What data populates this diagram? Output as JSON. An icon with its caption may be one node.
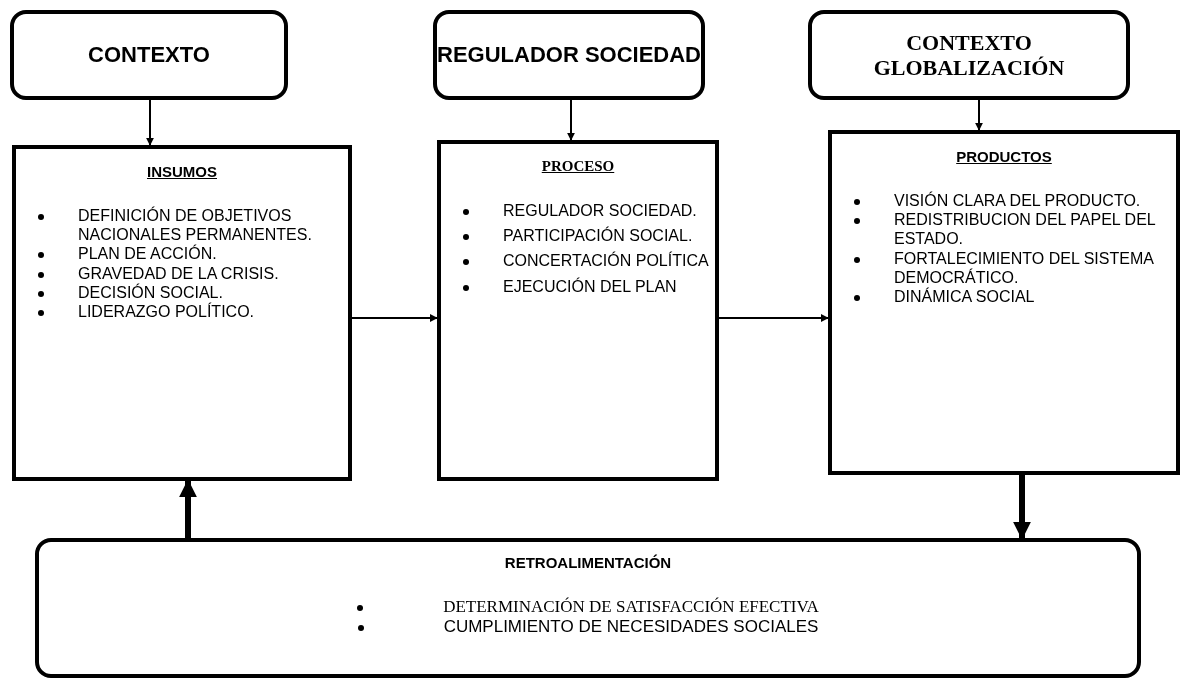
{
  "diagram": {
    "nodes": [
      {
        "text": [
          "CONTEXTO"
        ]
      },
      {
        "text": [
          "REGULADOR SOCIEDAD"
        ]
      },
      {
        "text": [
          "CONTEXTO GLOBALIZACIÓN"
        ]
      },
      {
        "text": [
          "INSUMOS",
          "DEFINICIÓN DE OBJETIVOS NACIONALES PERMANENTES.",
          "PLAN DE ACCIÓN.",
          "GRAVEDAD DE LA CRISIS.",
          "DECISIÓN SOCIAL.",
          "LIDERAZGO POLÍTICO."
        ]
      },
      {
        "text": [
          "PROCESO",
          "REGULADOR SOCIEDAD.",
          "PARTICIPACIÓN SOCIAL.",
          "CONCERTACIÓN POLÍTICA",
          "EJECUCIÓN DEL PLAN"
        ]
      },
      {
        "text": [
          "PRODUCTOS",
          "VISIÓN CLARA DEL PRODUCTO.",
          "REDISTRIBUCION  DEL PAPEL DEL ESTADO.",
          "FORTALECIMIENTO  DEL SISTEMA DEMOCRÁTICO.",
          "DINÁMICA SOCIAL"
        ]
      },
      {
        "text": [
          "RETROALIMENTACIÓN",
          "DETERMINACIÓN DE SATISFACCIÓN EFECTIVA",
          "CUMPLIMIENTO DE NECESIDADES SOCIALES"
        ]
      }
    ],
    "edges": [
      {
        "from": 0,
        "to": 3,
        "arrow": "to"
      },
      {
        "from": 1,
        "to": 4,
        "arrow": "to"
      },
      {
        "from": 2,
        "to": 5,
        "arrow": "to"
      },
      {
        "from": 3,
        "to": 4,
        "arrow": "to"
      },
      {
        "from": 4,
        "to": 5,
        "arrow": "to"
      },
      {
        "from": 5,
        "to": 6,
        "arrow": "to",
        "style": "thick"
      },
      {
        "from": 6,
        "to": 3,
        "arrow": "to",
        "style": "thick"
      }
    ]
  }
}
